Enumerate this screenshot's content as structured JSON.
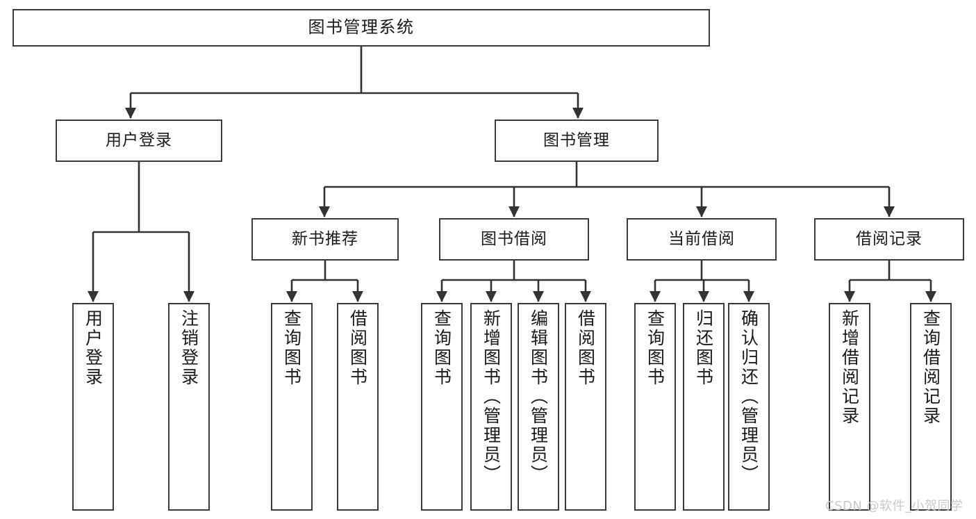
{
  "diagram": {
    "title": "图书管理系统",
    "type": "tree-hierarchy-chart",
    "colors": {
      "background": "#ffffff",
      "box_border": "#3a3a3a",
      "box_fill": "#ffffff",
      "connector": "#333333",
      "text": "#1a1a1a",
      "watermark": "#c9c9c9"
    },
    "root": {
      "id": "root",
      "label": "图书管理系统"
    },
    "level2": [
      {
        "id": "user-login",
        "label": "用户登录"
      },
      {
        "id": "book-manage",
        "label": "图书管理"
      }
    ],
    "level3": [
      {
        "id": "new-book-recommend",
        "label": "新书推荐",
        "parent": "book-manage"
      },
      {
        "id": "book-borrow",
        "label": "图书借阅",
        "parent": "book-manage"
      },
      {
        "id": "current-borrow",
        "label": "当前借阅",
        "parent": "book-manage"
      },
      {
        "id": "borrow-record",
        "label": "借阅记录",
        "parent": "book-manage"
      }
    ],
    "leaves": [
      {
        "id": "leaf-user-login",
        "label": "用户登录",
        "parent": "user-login"
      },
      {
        "id": "leaf-user-logout",
        "label": "注销登录",
        "parent": "user-login"
      },
      {
        "id": "leaf-query-book-1",
        "label": "查询图书",
        "parent": "new-book-recommend"
      },
      {
        "id": "leaf-borrow-book-1",
        "label": "借阅图书",
        "parent": "new-book-recommend"
      },
      {
        "id": "leaf-query-book-2",
        "label": "查询图书",
        "parent": "book-borrow"
      },
      {
        "id": "leaf-add-book",
        "label": "新增图书（管理员）",
        "parent": "book-borrow"
      },
      {
        "id": "leaf-edit-book",
        "label": "编辑图书（管理员）",
        "parent": "book-borrow"
      },
      {
        "id": "leaf-borrow-book-2",
        "label": "借阅图书",
        "parent": "book-borrow"
      },
      {
        "id": "leaf-query-book-3",
        "label": "查询图书",
        "parent": "current-borrow"
      },
      {
        "id": "leaf-return-book",
        "label": "归还图书",
        "parent": "current-borrow"
      },
      {
        "id": "leaf-confirm-return",
        "label": "确认归还（管理员）",
        "parent": "current-borrow"
      },
      {
        "id": "leaf-add-record",
        "label": "新增借阅记录",
        "parent": "borrow-record"
      },
      {
        "id": "leaf-query-record",
        "label": "查询借阅记录",
        "parent": "borrow-record"
      }
    ],
    "watermark": "CSDN @软件_小贺同学"
  }
}
